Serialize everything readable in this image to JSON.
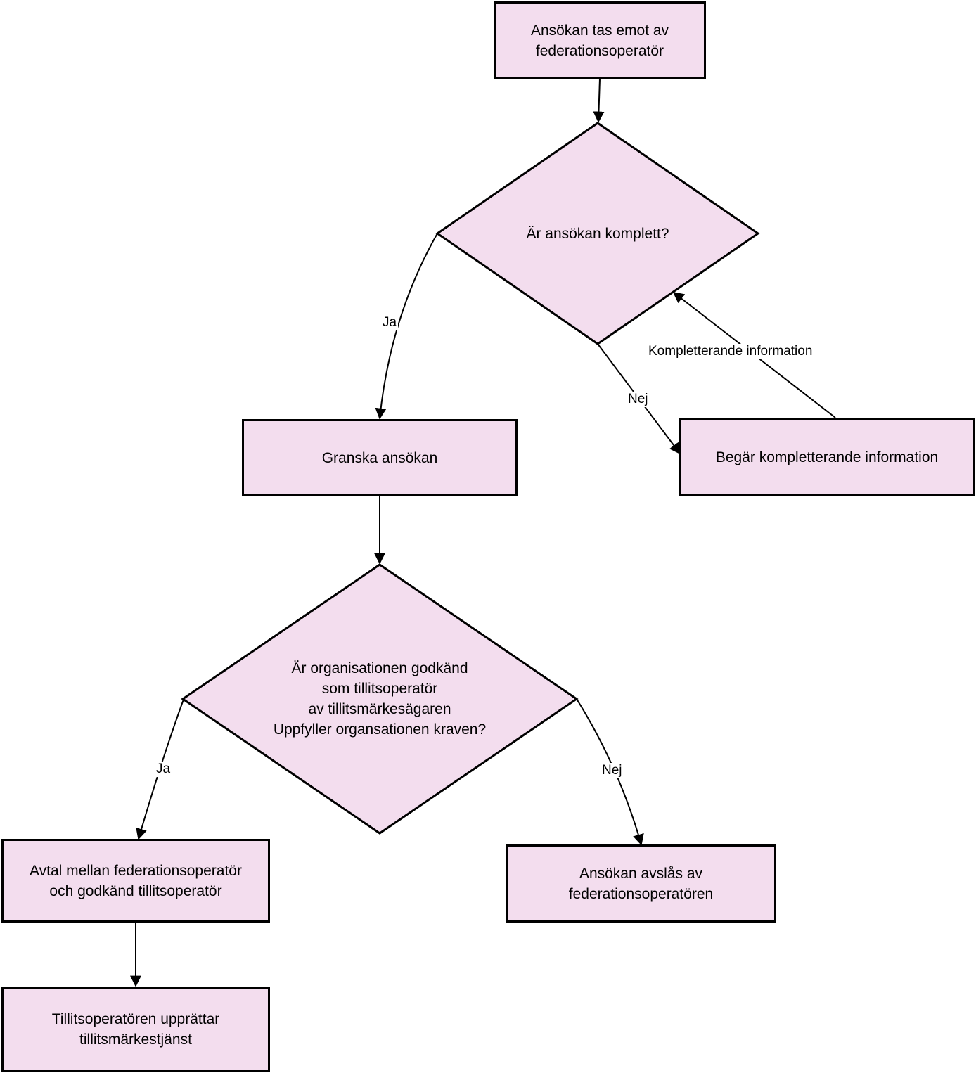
{
  "nodes": {
    "start": {
      "lines": [
        "Ansökan tas emot av",
        "federationsoperatör"
      ]
    },
    "decision_complete": {
      "lines": [
        "Är ansökan komplett?"
      ]
    },
    "review": {
      "lines": [
        "Granska ansökan"
      ]
    },
    "request_info": {
      "lines": [
        "Begär kompletterande information"
      ]
    },
    "decision_approved": {
      "lines": [
        "Är organisationen godkänd",
        "som tillitsoperatör",
        "av tillitsmärkesägaren",
        "Uppfyller organsationen kraven?"
      ]
    },
    "agreement": {
      "lines": [
        "Avtal mellan federationsoperatör",
        "och godkänd tillitsoperatör"
      ]
    },
    "rejected": {
      "lines": [
        "Ansökan avslås av",
        "federationsoperatören"
      ]
    },
    "establish": {
      "lines": [
        "Tillitsoperatören upprättar",
        "tillitsmärkestjänst"
      ]
    }
  },
  "edges": {
    "yes_1": "Ja",
    "no_1": "Nej",
    "supplement": "Kompletterande information",
    "yes_2": "Ja",
    "no_2": "Nej"
  },
  "colors": {
    "node_fill": "#f3ddee",
    "stroke": "#000000"
  }
}
